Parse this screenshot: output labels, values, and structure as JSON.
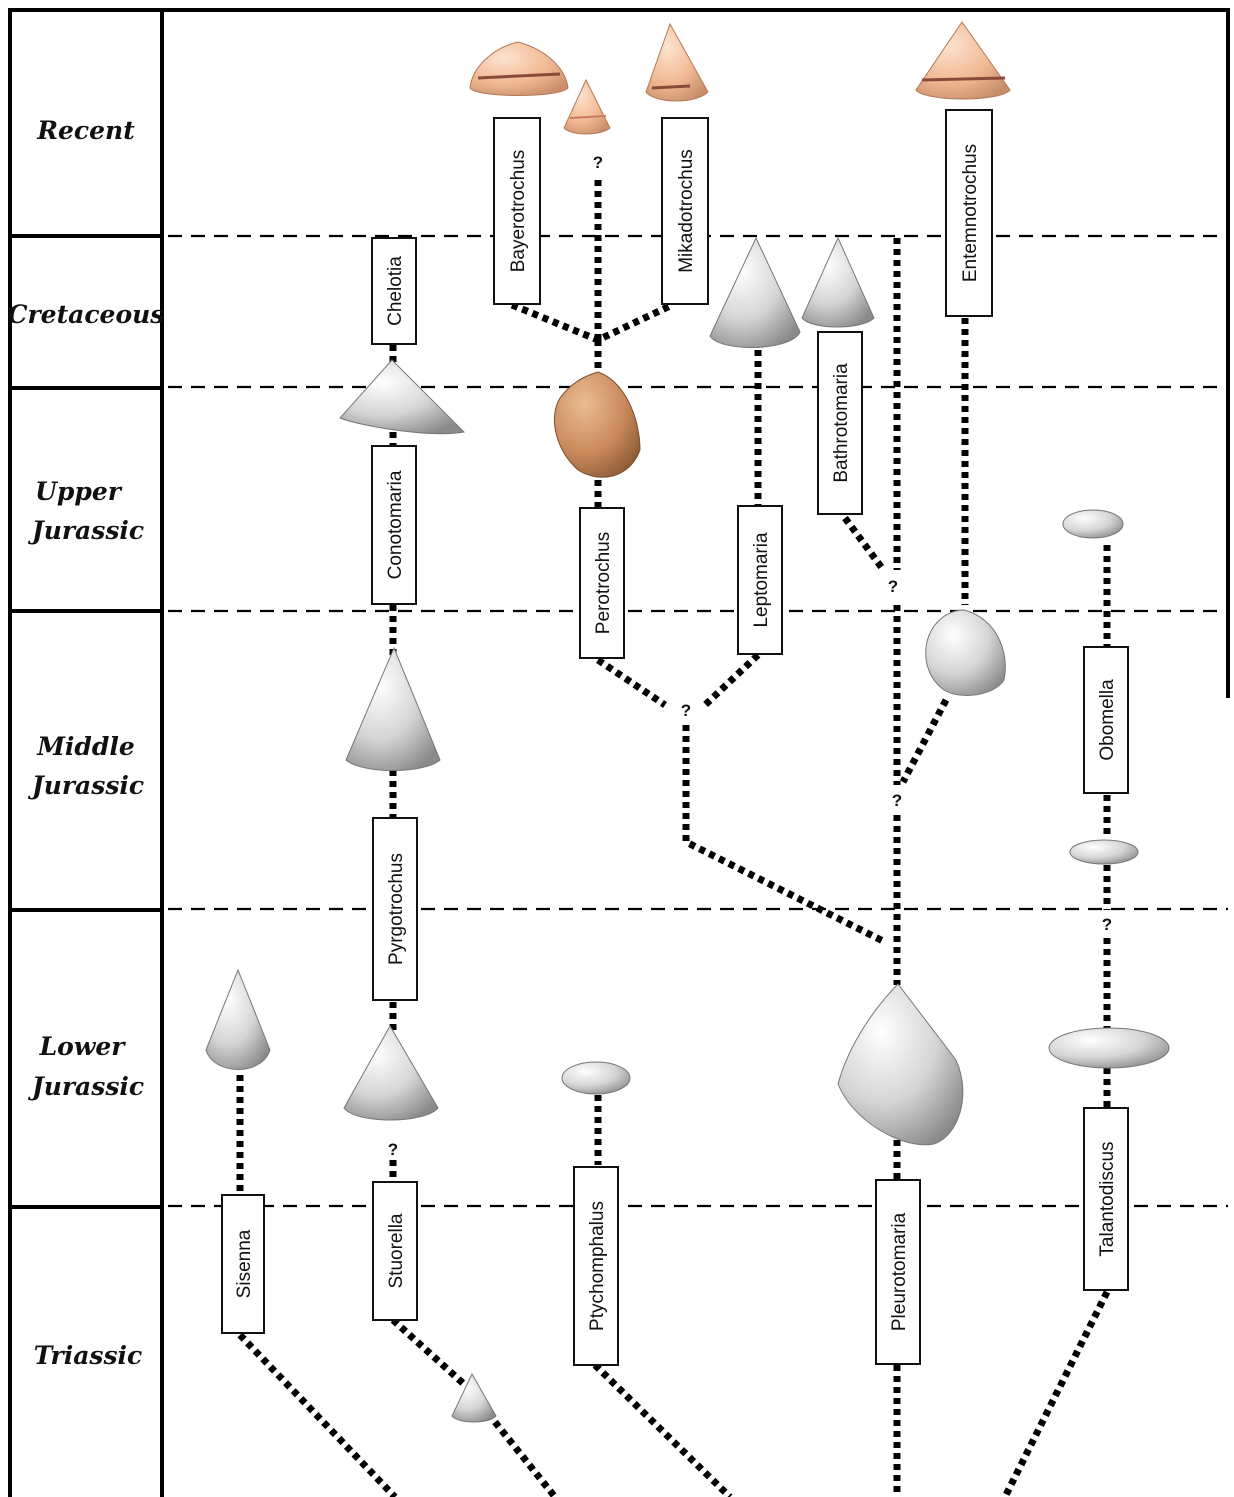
{
  "periods": [
    {
      "id": "recent",
      "lines": [
        "Recent"
      ]
    },
    {
      "id": "cretaceous",
      "lines": [
        "Cretaceous"
      ]
    },
    {
      "id": "upper-jurassic",
      "lines": [
        "Upper",
        "Jurassic"
      ]
    },
    {
      "id": "middle-jurassic",
      "lines": [
        "Middle",
        "Jurassic"
      ]
    },
    {
      "id": "lower-jurassic",
      "lines": [
        "Lower",
        "Jurassic"
      ]
    },
    {
      "id": "triassic",
      "lines": [
        "Triassic"
      ]
    }
  ],
  "genera": [
    "Bayerotrochus",
    "Mikadotrochus",
    "Entemnotrochus",
    "Chelotia",
    "Bathrotomaria",
    "Conotomaria",
    "Perotrochus",
    "Leptomaria",
    "Obomella",
    "Pyrgotrochus",
    "Talantodiscus",
    "Sisenna",
    "Stuorella",
    "Ptychomphalus",
    "Pleurotomaria"
  ],
  "uncertainty_mark": "?",
  "shell_colors": {
    "recent": "#f0b892",
    "recent_stripe": "#c97a63",
    "perotrochus": "#c9885a",
    "fossil": "#d9d9d9",
    "fossil_dark": "#8e8e8e"
  }
}
